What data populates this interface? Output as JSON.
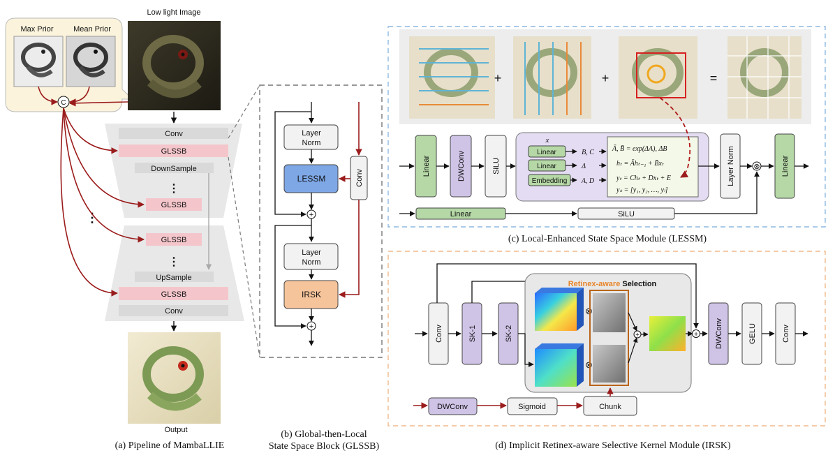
{
  "pipeline": {
    "low_light_label": "Low light Image",
    "max_prior": "Max Prior",
    "mean_prior": "Mean Prior",
    "concat_symbol": "C",
    "enc_conv": "Conv",
    "enc_glssb_1": "GLSSB",
    "downsample": "DownSample",
    "enc_glssb_2": "GLSSB",
    "dec_glssb_1": "GLSSB",
    "upsample": "UpSample",
    "dec_glssb_2": "GLSSB",
    "dec_conv": "Conv",
    "output_label": "Output",
    "caption": "(a) Pipeline of MambaLLIE"
  },
  "glssb": {
    "layer_norm_1": "Layer Norm",
    "lessm": "LESSM",
    "conv": "Conv",
    "layer_norm_2": "Layer Norm",
    "irsk": "IRSK",
    "caption_line1": "(b) Global-then-Local",
    "caption_line2": "State Space Block (GLSSB)"
  },
  "lessm": {
    "plus_1": "+",
    "plus_2": "+",
    "equals": "=",
    "linear_1": "Linear",
    "dwconv": "DWConv",
    "silu_1": "SiLU",
    "x_label": "x",
    "linear_bc": "Linear",
    "bc_label": "B, C",
    "linear_delta": "Linear",
    "delta_label": "Δ",
    "embedding": "Embedding",
    "ad_label": "A, D",
    "eq_1": "Ā, B̄ = exp(ΔA), ΔB",
    "eq_2": "hₜ = Āhₜ₋₁ + B̄xₜ",
    "eq_3": "yₜ = Chₜ + Dxₜ + E",
    "eq_4": "yₛ = [y₁, y₂, …, yₗ]",
    "layer_norm": "Layer Norm",
    "mult": "⊗",
    "linear_out": "Linear",
    "linear_bottom": "Linear",
    "silu_bottom": "SiLU",
    "caption": "(c)  Local-Enhanced State Space Module (LESSM)"
  },
  "irsk": {
    "conv_in": "Conv",
    "sk1": "SK-1",
    "sk2": "SK-2",
    "retinex_title_1": "Retinex-aware",
    "retinex_title_2": "Selection",
    "dwconv": "DWConv",
    "gelu": "GELU",
    "conv_out": "Conv",
    "dwconv_bottom": "DWConv",
    "sigmoid": "Sigmoid",
    "chunk": "Chunk",
    "caption": "(d) Implicit Retinex-aware Selective Kernel Module (IRSK)"
  },
  "colors": {
    "red_arrow": "#9b1c1c",
    "pink_block": "#f4c6cb",
    "grey_block": "#d9d9d9",
    "green_block": "#b5d8a6",
    "purple_block": "#cfc3e6",
    "blue_block": "#7ea7e6",
    "orange_block": "#f6c49a",
    "dash_blue": "#8db8e0",
    "dash_orange": "#f0b98a"
  }
}
